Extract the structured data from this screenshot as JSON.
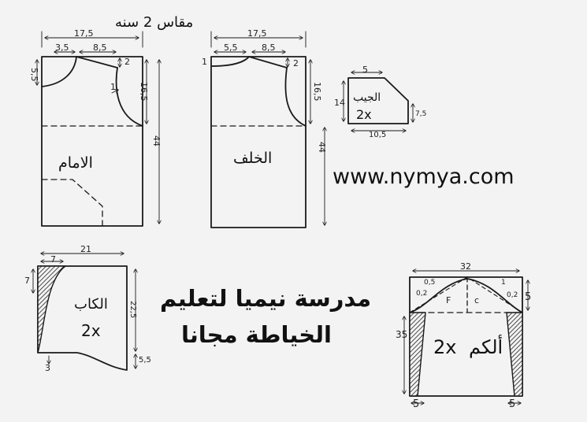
{
  "size_title": "مقاس 2 سنه",
  "website": "www.nymya.com",
  "school_line1": "مدرسة نيميا لتعليم",
  "school_line2": "الخياطة مجانا",
  "front": {
    "label": "الامام",
    "width": "17,5",
    "shoulder_a": "3,5",
    "shoulder_b": "8,5",
    "drop": "2",
    "neck_depth": "5,5",
    "armhole": "16,5",
    "armhole_curve": "1",
    "length": "44"
  },
  "back": {
    "label": "الخلف",
    "width": "17,5",
    "shoulder_a": "5,5",
    "shoulder_b": "8,5",
    "neck_rise": "1",
    "drop": "2",
    "armhole": "16,5",
    "length": "44"
  },
  "pocket": {
    "label": "الجيب",
    "count": "2x",
    "top": "5",
    "side": "14",
    "right": "7,5",
    "bottom": "10,5"
  },
  "collar": {
    "label": "الكاب",
    "count": "2x",
    "width": "21",
    "inner": "7",
    "left": "7",
    "height": "22,5",
    "bottom_right": "5,5",
    "bottom_left": "3"
  },
  "sleeve": {
    "label": "ألكم",
    "count": "2x",
    "width": "32",
    "cap_left": "0,5",
    "cap_right": "1",
    "side_left": "0,2",
    "side_right": "0,2",
    "cap_height": "5",
    "length": "35",
    "hem_left": "5",
    "hem_right": "5",
    "mark_f": "F",
    "mark_c": "c"
  },
  "colors": {
    "ink": "#1a1a1a",
    "paper": "#f3f3f3"
  }
}
